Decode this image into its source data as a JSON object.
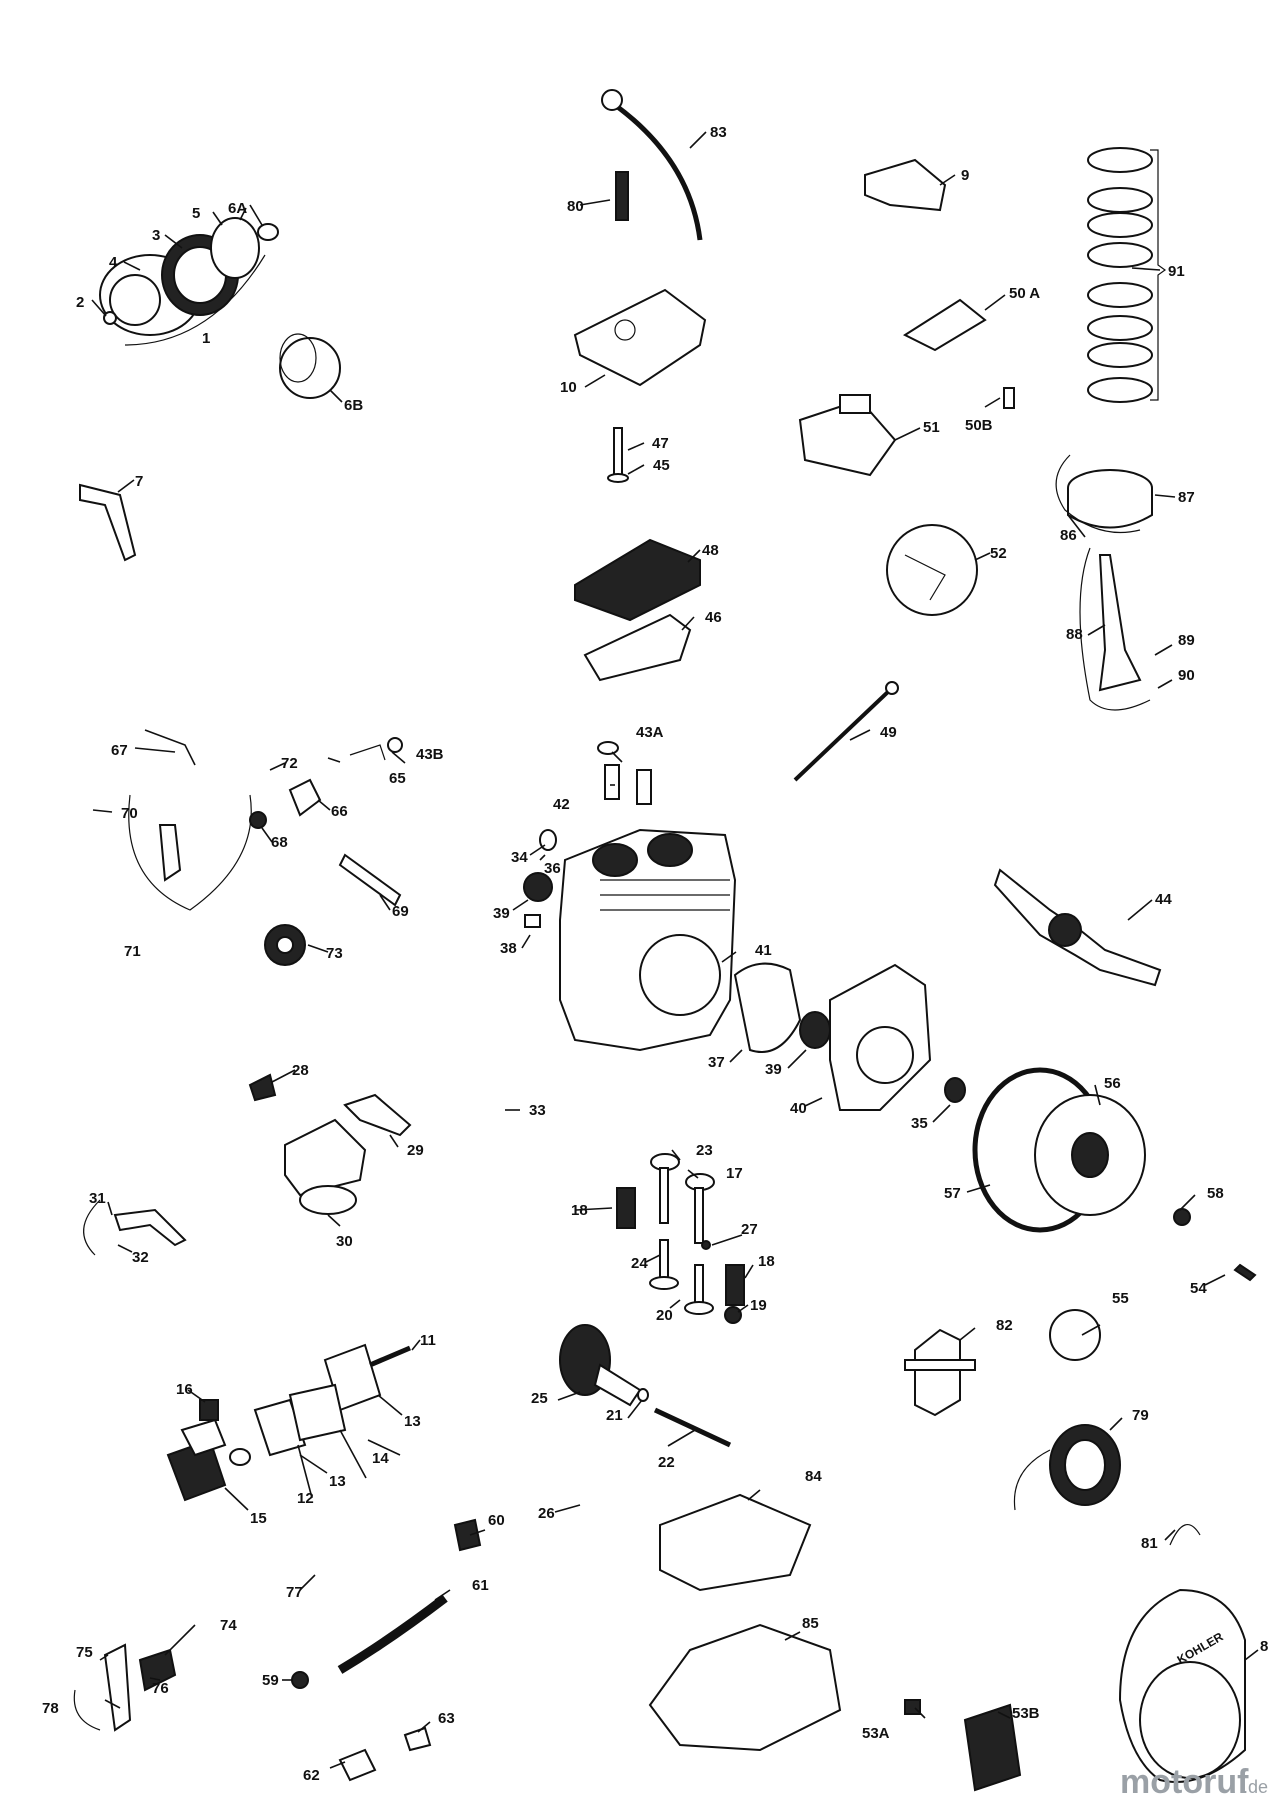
{
  "labels": [
    "1",
    "2",
    "3",
    "4",
    "5",
    "6A",
    "6B",
    "7",
    "8",
    "9",
    "10",
    "11",
    "12",
    "13",
    "13",
    "14",
    "15",
    "16",
    "17",
    "18",
    "18",
    "19",
    "20",
    "21",
    "22",
    "23",
    "24",
    "25",
    "26",
    "27",
    "28",
    "29",
    "30",
    "31",
    "32",
    "33",
    "34",
    "35",
    "36",
    "37",
    "38",
    "39",
    "39",
    "40",
    "41",
    "42",
    "43A",
    "43B",
    "44",
    "45",
    "46",
    "47",
    "48",
    "49",
    "50 A",
    "50B",
    "51",
    "52",
    "53A",
    "53B",
    "54",
    "55",
    "56",
    "57",
    "58",
    "59",
    "60",
    "61",
    "62",
    "63",
    "65",
    "66",
    "67",
    "68",
    "69",
    "70",
    "71",
    "72",
    "73",
    "74",
    "75",
    "76",
    "77",
    "78",
    "79",
    "80",
    "81",
    "82",
    "83",
    "84",
    "85",
    "86",
    "87",
    "88",
    "89",
    "90",
    "91"
  ],
  "brand_on_part": "KOHLER",
  "watermark": {
    "name": "motoruf",
    "suffix": ".de"
  }
}
